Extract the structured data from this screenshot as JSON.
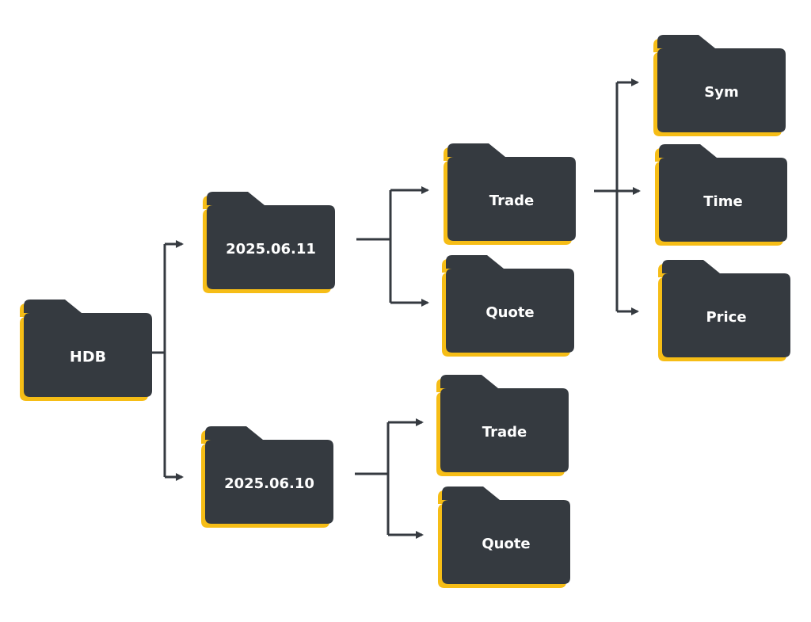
{
  "colors": {
    "folder_body": "#353a40",
    "folder_shadow": "#f6bd16",
    "connector": "#353a40",
    "label": "#ffffff",
    "background": "#ffffff"
  },
  "icons": {
    "folder": "folder-icon",
    "arrow": "arrow-right-icon"
  },
  "tree": {
    "root": {
      "label": "HDB"
    },
    "partitions": [
      {
        "label": "2025.06.11",
        "tables": [
          {
            "label": "Trade",
            "columns": [
              {
                "label": "Sym"
              },
              {
                "label": "Time"
              },
              {
                "label": "Price"
              }
            ]
          },
          {
            "label": "Quote"
          }
        ]
      },
      {
        "label": "2025.06.10",
        "tables": [
          {
            "label": "Trade"
          },
          {
            "label": "Quote"
          }
        ]
      }
    ]
  }
}
